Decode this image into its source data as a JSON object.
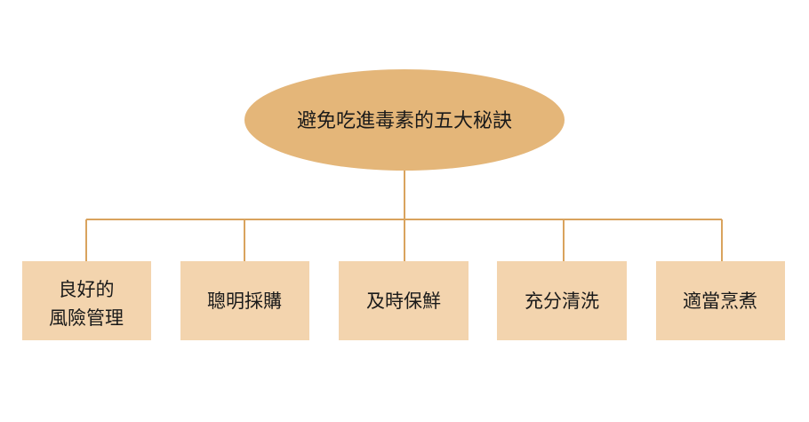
{
  "colors": {
    "root_fill": "#E4B679",
    "box_fill": "#F3D4AE",
    "connector": "#D9A35E",
    "text": "#1a1a1a"
  },
  "root": {
    "label": "避免吃進毒素的五大秘訣"
  },
  "branches": [
    {
      "lines": [
        "良好的",
        "風險管理"
      ]
    },
    {
      "lines": [
        "聰明採購"
      ]
    },
    {
      "lines": [
        "及時保鮮"
      ]
    },
    {
      "lines": [
        "充分清洗"
      ]
    },
    {
      "lines": [
        "適當烹煮"
      ]
    }
  ]
}
